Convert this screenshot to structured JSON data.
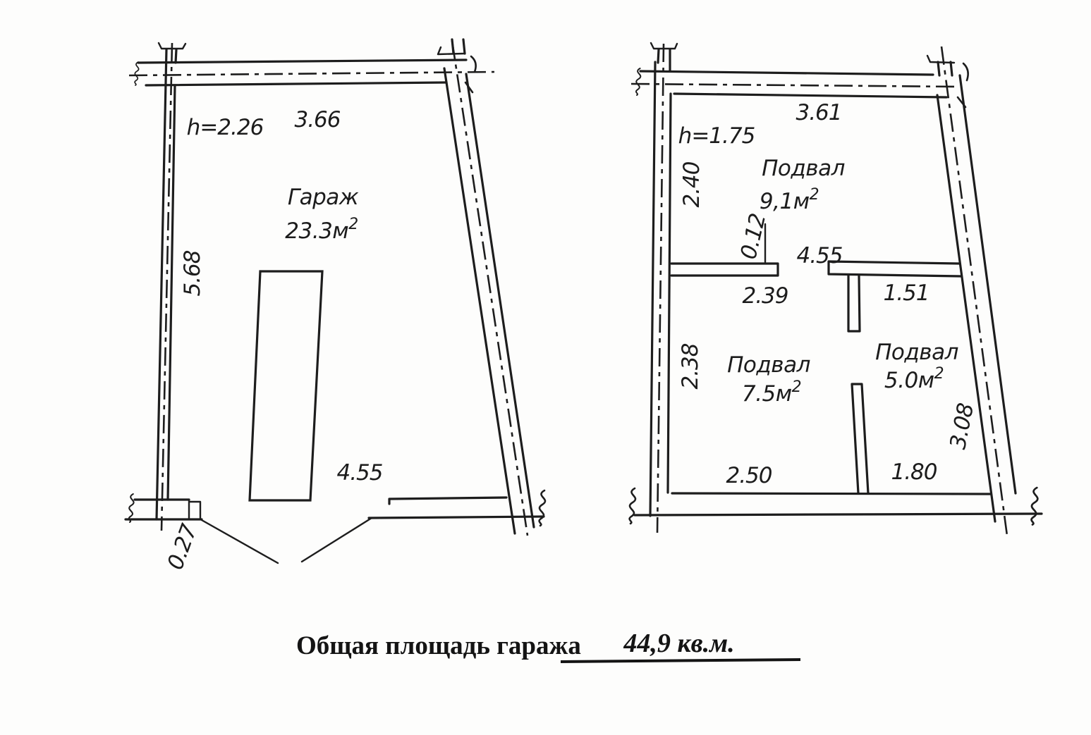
{
  "caption": {
    "label": "Общая площадь гаража",
    "value": "44,9 кв.м."
  },
  "garage": {
    "name": "Гараж",
    "area": "23.3м",
    "area_sup": "2",
    "height": "h=2.26",
    "dim_top": "3.66",
    "dim_left": "5.68",
    "dim_bottom": "4.55",
    "dim_wall_offset": "0.27"
  },
  "basement": {
    "height": "h=1.75",
    "dim_top": "3.61",
    "dim_left_upper": "2.40",
    "dim_left_lower": "2.38",
    "dim_stub": "0.12",
    "dim_inner_top": "4.55",
    "dim_room1_width": "2.39",
    "dim_room3_top": "1.51",
    "dim_right": "3.08",
    "dim_bottom_left": "2.50",
    "dim_bottom_right": "1.80",
    "rooms": [
      {
        "name": "Подвал",
        "area": "9,1м",
        "area_sup": "2"
      },
      {
        "name": "Подвал",
        "area": "7.5м",
        "area_sup": "2"
      },
      {
        "name": "Подвал",
        "area": "5.0м",
        "area_sup": "2"
      }
    ]
  },
  "colors": {
    "ink": "#1d1d1d",
    "paper": "#fdfdfc"
  }
}
